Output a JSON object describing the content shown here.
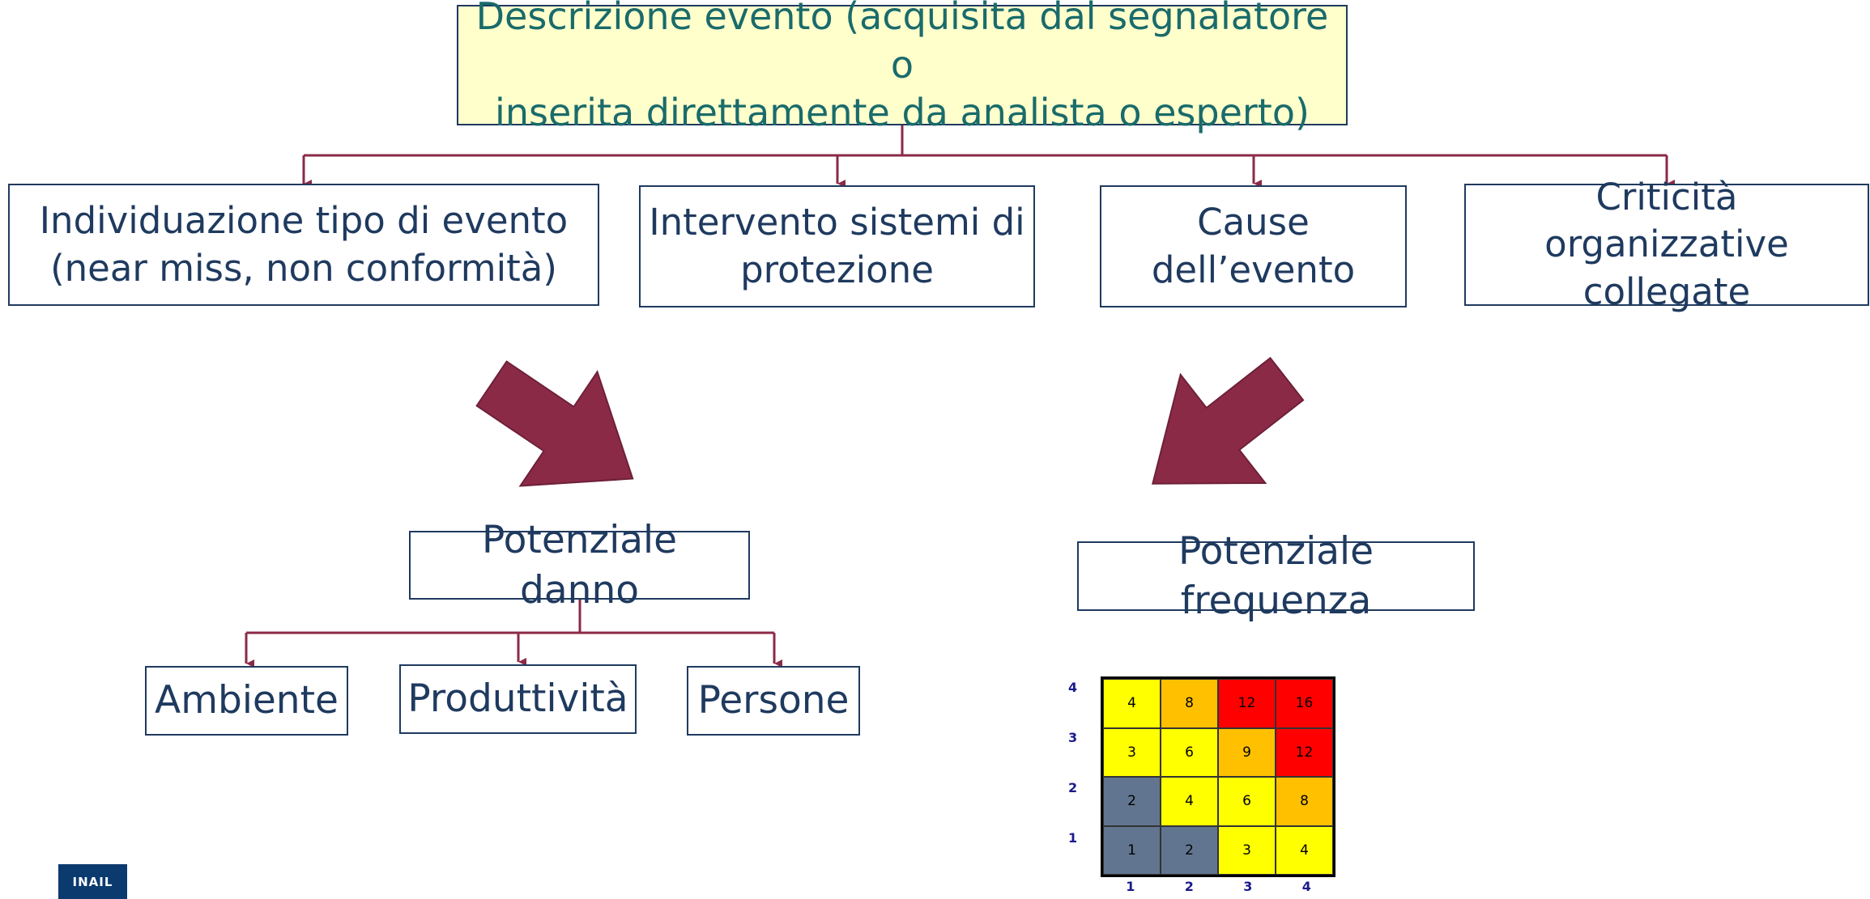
{
  "top_box": {
    "text": "Descrizione evento (acquisita dal segnalatore o\ninserita direttamente da analista o esperto)"
  },
  "categories": [
    {
      "key": "tipo",
      "text": "Individuazione tipo di evento\n(near miss, non conformità)"
    },
    {
      "key": "sistemi",
      "text": "Intervento sistemi di\nprotezione"
    },
    {
      "key": "cause",
      "text": "Cause\ndell’evento"
    },
    {
      "key": "criticita",
      "text": "Criticità organizzative\ncollegate"
    }
  ],
  "potenziale_danno": "Potenziale danno",
  "potenziale_frequenza": "Potenziale frequenza",
  "danno_items": [
    "Ambiente",
    "Produttività",
    "Persone"
  ],
  "risk_matrix": {
    "row_labels": [
      "4",
      "3",
      "2",
      "1"
    ],
    "col_labels": [
      "1",
      "2",
      "3",
      "4"
    ],
    "rows": [
      [
        {
          "v": "4",
          "c": "#ffff00"
        },
        {
          "v": "8",
          "c": "#ffc000"
        },
        {
          "v": "12",
          "c": "#ff0000"
        },
        {
          "v": "16",
          "c": "#ff0000"
        }
      ],
      [
        {
          "v": "3",
          "c": "#ffff00"
        },
        {
          "v": "6",
          "c": "#ffff00"
        },
        {
          "v": "9",
          "c": "#ffc000"
        },
        {
          "v": "12",
          "c": "#ff0000"
        }
      ],
      [
        {
          "v": "2",
          "c": "#617590"
        },
        {
          "v": "4",
          "c": "#ffff00"
        },
        {
          "v": "6",
          "c": "#ffff00"
        },
        {
          "v": "8",
          "c": "#ffc000"
        }
      ],
      [
        {
          "v": "1",
          "c": "#617590"
        },
        {
          "v": "2",
          "c": "#617590"
        },
        {
          "v": "3",
          "c": "#ffff00"
        },
        {
          "v": "4",
          "c": "#ffff00"
        }
      ]
    ]
  },
  "logo_text": "INAIL",
  "colors": {
    "connector": "#8b2a47",
    "big_arrow": "#8b2a47",
    "box_border": "#1f3a5f",
    "top_box_fill": "#ffffcc",
    "top_box_text": "#1a6b6b",
    "box_text": "#1f3a5f",
    "axis_labels": "#1a1a8c",
    "logo_bg": "#0b3a6e"
  }
}
